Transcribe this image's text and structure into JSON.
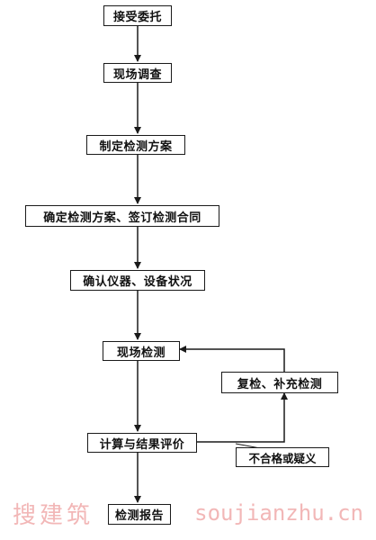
{
  "flowchart": {
    "steps": {
      "accept": "接受委托",
      "survey": "现场调查",
      "plan": "制定检测方案",
      "confirm_contract": "确定检测方案、签订检测合同",
      "check_equipment": "确认仪器、设备状况",
      "onsite_test": "现场检测",
      "recheck": "复检、补充检测",
      "evaluate": "计算与结果评价",
      "nonconformity": "不合格或疑义",
      "report": "检测报告"
    }
  },
  "watermark": {
    "chinese": "搜建筑",
    "url": "soujianzhu.cn"
  }
}
